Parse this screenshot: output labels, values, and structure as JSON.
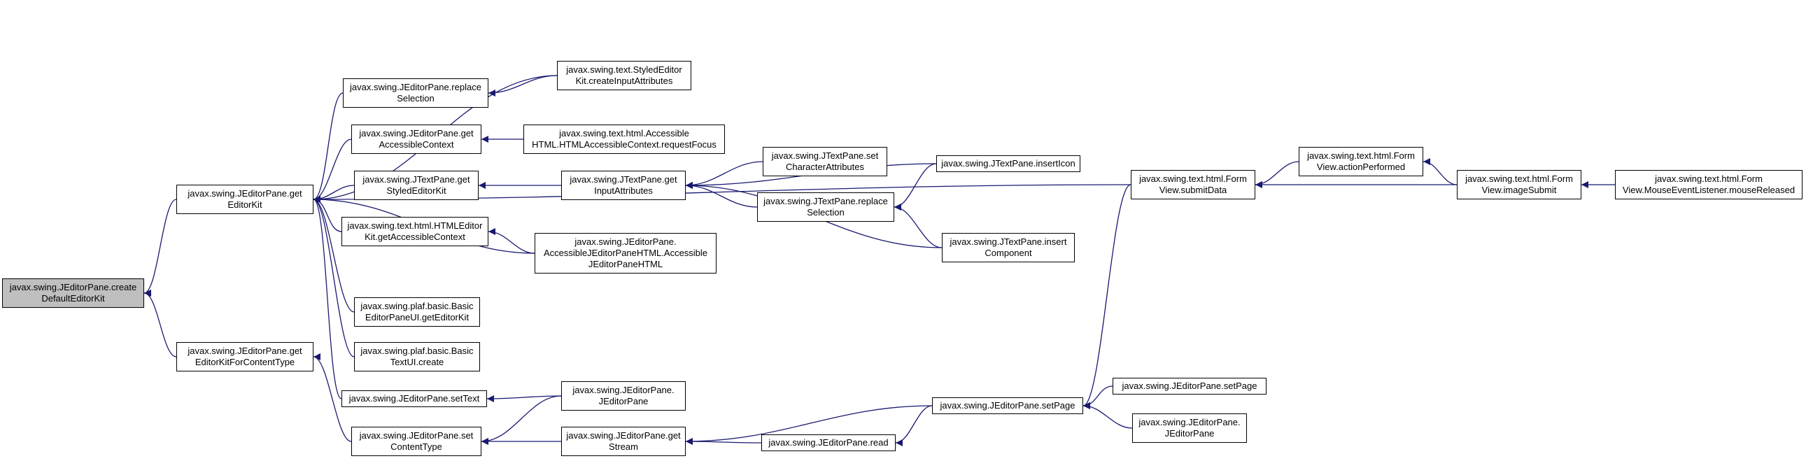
{
  "colors": {
    "edge": "#191970",
    "border": "#000000",
    "root_fill": "#bfbfbf",
    "node_fill": "#ffffff"
  },
  "nodes": {
    "n01": [
      "javax.swing.JEditorPane.create",
      "DefaultEditorKit"
    ],
    "n02": [
      "javax.swing.JEditorPane.get",
      "EditorKit"
    ],
    "n03": [
      "javax.swing.JEditorPane.get",
      "EditorKitForContentType"
    ],
    "n04": [
      "javax.swing.text.StyledEditor",
      "Kit.createInputAttributes"
    ],
    "n05": [
      "javax.swing.JEditorPane.replace",
      "Selection"
    ],
    "n06": [
      "javax.swing.JEditorPane.get",
      "AccessibleContext"
    ],
    "n07": [
      "javax.swing.text.html.Accessible",
      "HTML.HTMLAccessibleContext.requestFocus"
    ],
    "n08": [
      "javax.swing.JTextPane.get",
      "StyledEditorKit"
    ],
    "n09": [
      "javax.swing.JTextPane.get",
      "InputAttributes"
    ],
    "n10": [
      "javax.swing.JTextPane.set",
      "CharacterAttributes"
    ],
    "n11": [
      "javax.swing.JTextPane.insertIcon"
    ],
    "n12": [
      "javax.swing.JTextPane.replace",
      "Selection"
    ],
    "n13": [
      "javax.swing.text.html.HTMLEditor",
      "Kit.getAccessibleContext"
    ],
    "n14": [
      "javax.swing.JEditorPane.",
      "AccessibleJEditorPaneHTML.Accessible",
      "JEditorPaneHTML"
    ],
    "n15": [
      "javax.swing.JTextPane.insert",
      "Component"
    ],
    "n16": [
      "javax.swing.plaf.basic.Basic",
      "EditorPaneUI.getEditorKit"
    ],
    "n17": [
      "javax.swing.plaf.basic.Basic",
      "TextUI.create"
    ],
    "n18": [
      "javax.swing.JEditorPane.setText"
    ],
    "n19": [
      "javax.swing.JEditorPane.",
      "JEditorPane"
    ],
    "n20": [
      "javax.swing.JEditorPane.set",
      "ContentType"
    ],
    "n21": [
      "javax.swing.JEditorPane.get",
      "Stream"
    ],
    "n22": [
      "javax.swing.JEditorPane.read"
    ],
    "n23": [
      "javax.swing.JEditorPane.setPage"
    ],
    "n24": [
      "javax.swing.JEditorPane.setPage"
    ],
    "n25": [
      "javax.swing.JEditorPane.",
      "JEditorPane"
    ],
    "n26": [
      "javax.swing.text.html.Form",
      "View.submitData"
    ],
    "n27": [
      "javax.swing.text.html.Form",
      "View.actionPerformed"
    ],
    "n28": [
      "javax.swing.text.html.Form",
      "View.imageSubmit"
    ],
    "n29": [
      "javax.swing.text.html.Form",
      "View.MouseEventListener.mouseReleased"
    ]
  },
  "edges": [
    [
      "n02",
      "n01"
    ],
    [
      "n03",
      "n01"
    ],
    [
      "n04",
      "n02"
    ],
    [
      "n05",
      "n02"
    ],
    [
      "n06",
      "n02"
    ],
    [
      "n08",
      "n02"
    ],
    [
      "n13",
      "n02"
    ],
    [
      "n14",
      "n02"
    ],
    [
      "n16",
      "n02"
    ],
    [
      "n17",
      "n02"
    ],
    [
      "n18",
      "n02"
    ],
    [
      "n26",
      "n02"
    ],
    [
      "n20",
      "n03"
    ],
    [
      "n04",
      "n05"
    ],
    [
      "n07",
      "n06"
    ],
    [
      "n09",
      "n08"
    ],
    [
      "n14",
      "n13"
    ],
    [
      "n10",
      "n09"
    ],
    [
      "n11",
      "n09"
    ],
    [
      "n12",
      "n09"
    ],
    [
      "n15",
      "n09"
    ],
    [
      "n11",
      "n12"
    ],
    [
      "n15",
      "n12"
    ],
    [
      "n19",
      "n18"
    ],
    [
      "n19",
      "n20"
    ],
    [
      "n21",
      "n20"
    ],
    [
      "n22",
      "n21"
    ],
    [
      "n23",
      "n21"
    ],
    [
      "n23",
      "n22"
    ],
    [
      "n24",
      "n23"
    ],
    [
      "n25",
      "n23"
    ],
    [
      "n26",
      "n23"
    ],
    [
      "n27",
      "n26"
    ],
    [
      "n28",
      "n26"
    ],
    [
      "n28",
      "n27"
    ],
    [
      "n29",
      "n28"
    ]
  ]
}
